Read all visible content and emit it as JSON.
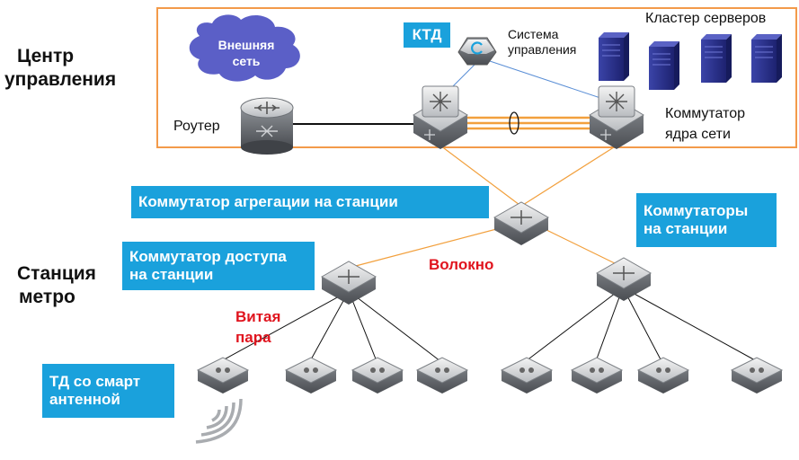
{
  "side_labels": {
    "control_center": [
      "Центр",
      "управления"
    ],
    "metro_station": [
      "Станция",
      "метро"
    ]
  },
  "control_center": {
    "external_network": [
      "Внешняя",
      "сеть"
    ],
    "router": "Роутер",
    "ktd": "КТД",
    "management_system": [
      "Система",
      "управления"
    ],
    "server_cluster": "Кластер серверов",
    "core_switch": [
      "Коммутатор",
      "ядра сети"
    ]
  },
  "station": {
    "aggregation_switch": "Коммутатор  агрегации на станции",
    "station_switches": [
      "Коммутаторы",
      "на станции"
    ],
    "access_switch": [
      "Коммутатор доступа",
      "на станции"
    ],
    "fiber": "Волокно",
    "twisted_pair": [
      "Витая",
      "пара"
    ],
    "ap_smart_antenna": [
      "ТД со смарт",
      "антенной"
    ]
  },
  "colors": {
    "frame": "#f39a4a",
    "label_box": "#1aa1dc",
    "fiber_line": "#f2a03d",
    "highlight_text": "#e0141e",
    "cloud": "#5b5fc7",
    "server": "#2f3794"
  }
}
